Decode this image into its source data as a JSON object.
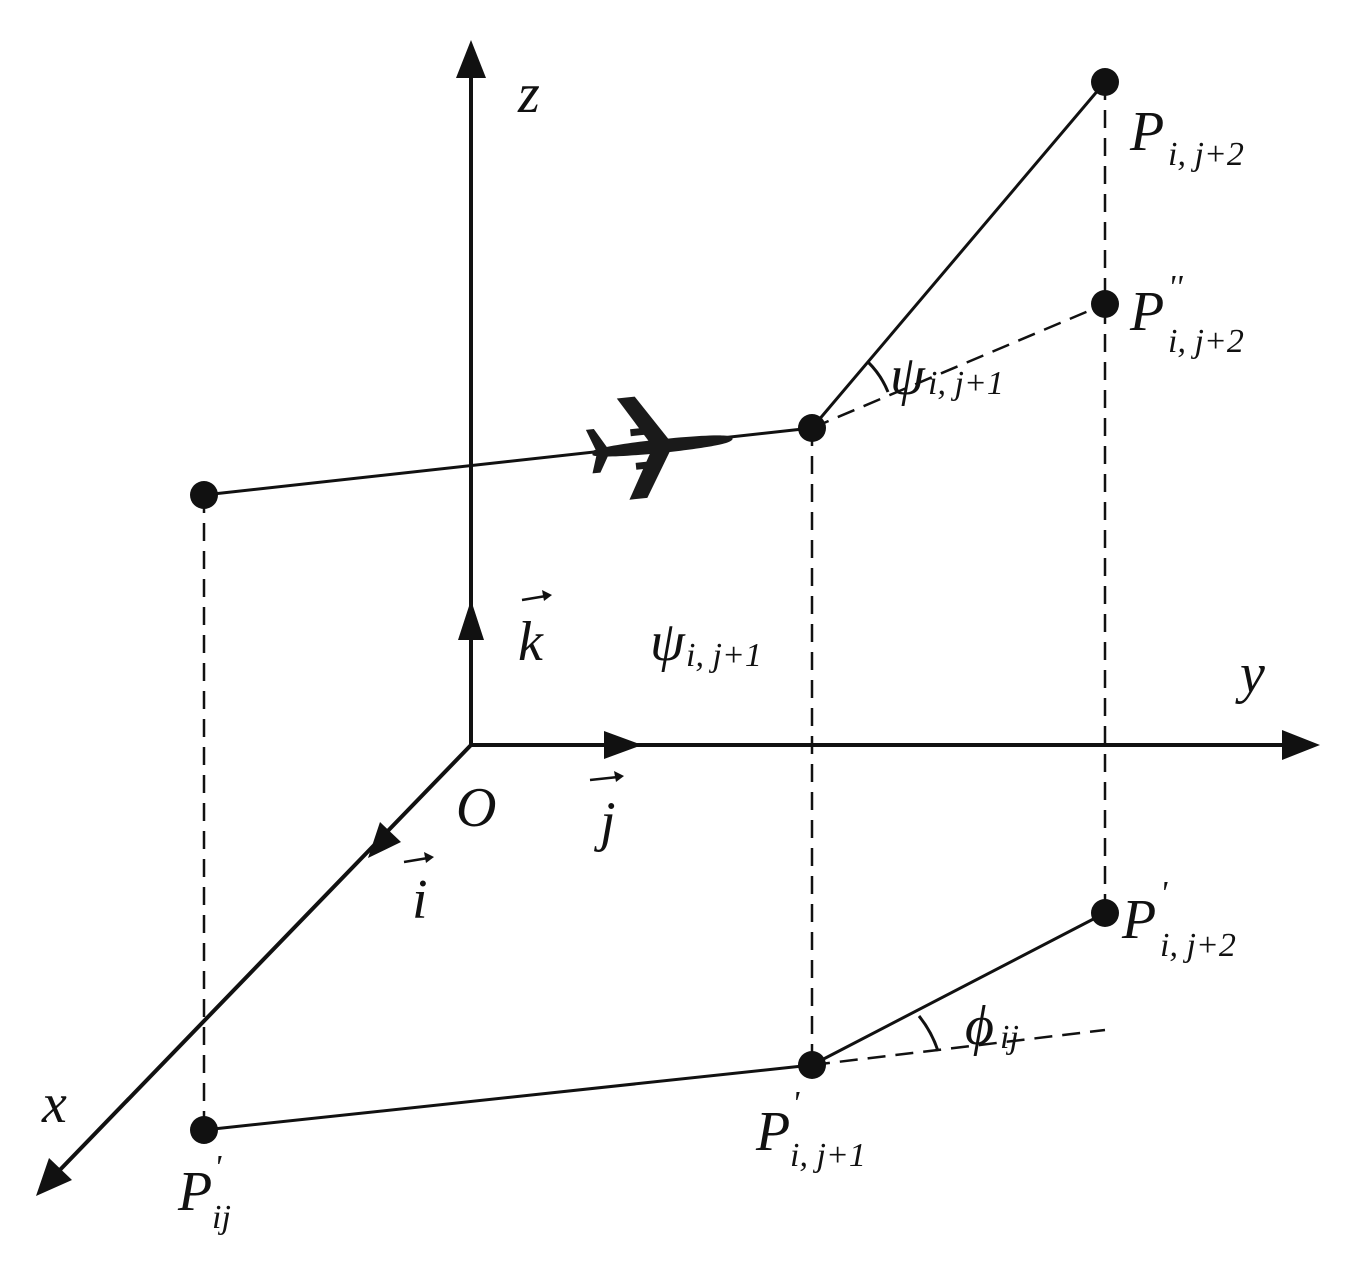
{
  "labels": {
    "axis_z": "z",
    "axis_y": "y",
    "axis_x": "x",
    "origin": "O",
    "vec_k": "k",
    "vec_j": "j",
    "vec_i": "i",
    "P_ij2_main": "P",
    "P_ij2_sub": "i, j+2",
    "P_dd_ij2_main": "P",
    "P_dd_ij2_prime": "''",
    "P_dd_ij2_sub": "i, j+2",
    "P_p_ij2_main": "P",
    "P_p_ij2_prime": "'",
    "P_p_ij2_sub": "i, j+2",
    "P_p_ij1_main": "P",
    "P_p_ij1_prime": "'",
    "P_p_ij1_sub": "i, j+1",
    "P_p_ij_main": "P",
    "P_p_ij_prime": "'",
    "P_p_ij_sub": "ij",
    "psi_top_main": "ψ",
    "psi_top_sub": "i, j+1",
    "psi_mid_main": "ψ",
    "psi_mid_sub": "i, j+1",
    "phi_main": "ϕ",
    "phi_sub": "ij"
  },
  "icons": {
    "airplane": "airplane-icon"
  },
  "colors": {
    "ink": "#111111",
    "background": "#ffffff"
  }
}
